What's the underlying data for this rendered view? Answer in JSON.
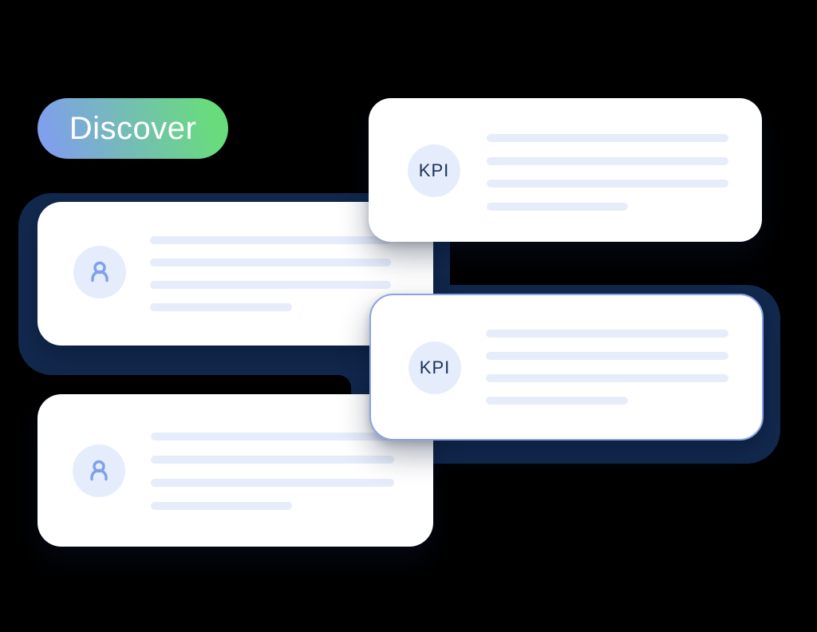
{
  "badge": {
    "label": "Discover"
  },
  "cards": {
    "kpi_top": {
      "avatar_label": "KPI",
      "skeleton_lines": 4
    },
    "person_middle": {
      "avatar_icon": "person-icon",
      "skeleton_lines": 4
    },
    "kpi_active": {
      "avatar_label": "KPI",
      "skeleton_lines": 4
    },
    "person_bottom": {
      "avatar_icon": "person-icon",
      "skeleton_lines": 4
    }
  },
  "theme": {
    "background": "#000000",
    "navy": "#12294E",
    "card_background": "#FFFFFF",
    "skeleton_line": "#E6ECFA",
    "avatar_background": "#E5ECFB",
    "kpi_text": "#1B3058",
    "person_icon": "#7EA0EC",
    "active_card_border": "#8AA4E2",
    "badge_gradient_start": "#7FA0EA",
    "badge_gradient_end": "#68DC7C",
    "badge_text": "#FFFFFF"
  }
}
